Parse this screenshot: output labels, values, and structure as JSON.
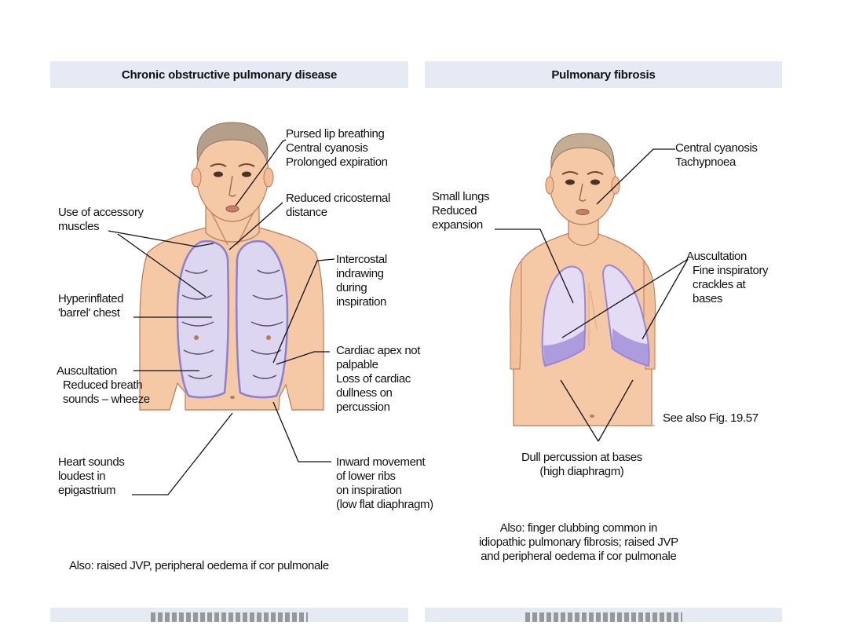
{
  "panels": {
    "copd": {
      "title": "Chronic obstructive pulmonary disease",
      "labels": {
        "pursed_lip": [
          "Pursed lip breathing",
          "Central cyanosis",
          "Prolonged expiration"
        ],
        "cricosternal": [
          "Reduced cricosternal",
          "distance"
        ],
        "accessory": [
          "Use of accessory",
          "muscles"
        ],
        "intercostal": [
          "Intercostal",
          "indrawing",
          "during",
          "inspiration"
        ],
        "barrel": [
          "Hyperinflated",
          "'barrel' chest"
        ],
        "apex": [
          "Cardiac apex not",
          "palpable",
          "Loss of cardiac",
          "dullness on",
          "percussion"
        ],
        "auscultation": [
          "Auscultation",
          "Reduced breath",
          "sounds – wheeze"
        ],
        "heart": [
          "Heart sounds",
          "loudest in",
          "epigastrium"
        ],
        "inward": [
          "Inward movement",
          "of lower ribs",
          "on inspiration",
          "(low flat diaphragm)"
        ]
      },
      "footnote": "Also: raised JVP, peripheral oedema if cor pulmonale"
    },
    "fibrosis": {
      "title": "Pulmonary fibrosis",
      "labels": {
        "cyanosis": [
          "Central cyanosis",
          "Tachypnoea"
        ],
        "small_lungs": [
          "Small lungs",
          "Reduced",
          "expansion"
        ],
        "auscultation": [
          "Auscultation",
          "Fine inspiratory",
          "crackles at",
          "bases"
        ],
        "see_also": [
          "See also Fig. 19.57"
        ],
        "dull": [
          "Dull percussion at bases",
          "(high diaphragm)"
        ]
      },
      "footnote": [
        "Also: finger clubbing common in",
        "idiopathic pulmonary fibrosis; raised JVP",
        "and peripheral oedema if cor pulmonale"
      ]
    }
  },
  "colors": {
    "header_bg": "#e6eaf4",
    "skin": "#f6c9a6",
    "skin_shadow": "#e8a985",
    "hair": "#b4a08a",
    "lung_fill": "#dcd6f0",
    "lung_edge": "#8d7fcc",
    "fibrosis_shade": "#9a86d6"
  }
}
